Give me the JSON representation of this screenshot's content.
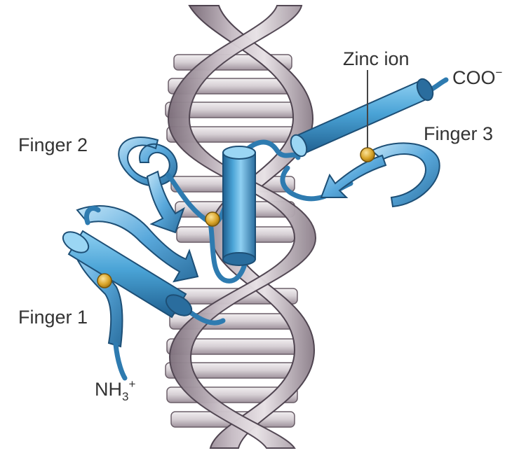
{
  "labels": {
    "zinc_ion": "Zinc ion",
    "coo": "COO",
    "coo_charge": "−",
    "finger_1": "Finger 1",
    "finger_2": "Finger 2",
    "finger_3": "Finger 3",
    "nh": "NH",
    "nh_sub": "3",
    "nh_sup": "+"
  },
  "colors": {
    "dna_backbone": "#a89aa5",
    "dna_base": "#d8d2d6",
    "protein": "#3f8fc4",
    "protein_light": "#8cc2e6",
    "zinc": "#d9a52a",
    "text": "#333333"
  }
}
